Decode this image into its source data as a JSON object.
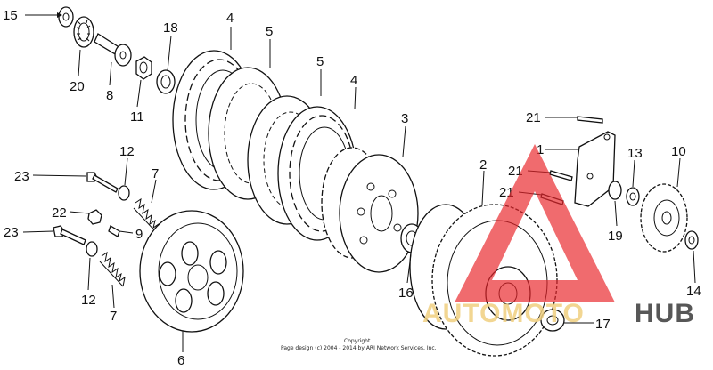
{
  "part_labels": [
    "15",
    "20",
    "8",
    "11",
    "18",
    "4",
    "5",
    "5",
    "4",
    "3",
    "2",
    "1",
    "21",
    "21",
    "21",
    "13",
    "10",
    "19",
    "14",
    "12",
    "7",
    "23",
    "22",
    "9",
    "23",
    "12",
    "7",
    "6",
    "16",
    "17"
  ],
  "copyright": {
    "line1": "Copyright",
    "line2": "Page design (c) 2004 - 2014 by ARI Network Services, Inc."
  },
  "watermark": {
    "brand_light": "AUTOMOTO",
    "brand_dark": "HUB",
    "colors": {
      "triangle": "#e8262b",
      "light": "#f0d080",
      "dark": "#3a3a3a"
    }
  }
}
